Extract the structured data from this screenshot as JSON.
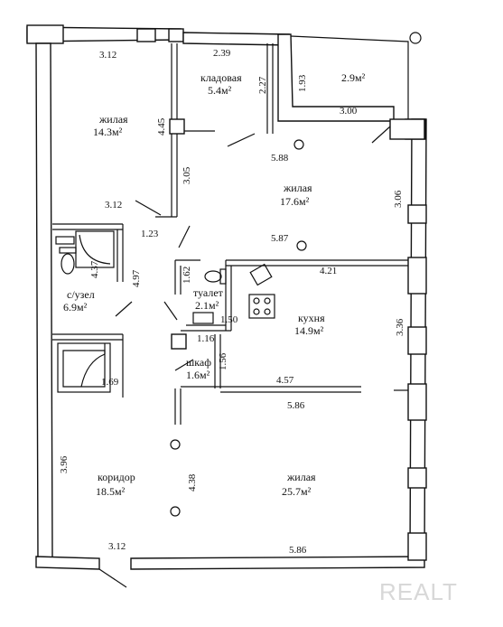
{
  "rooms": {
    "storage": {
      "name": "кладовая",
      "area": "5.4м²"
    },
    "balcony": {
      "area": "2.9м²"
    },
    "living1": {
      "name": "жилая",
      "area": "14.3м²"
    },
    "living2": {
      "name": "жилая",
      "area": "17.6м²"
    },
    "bathroom": {
      "name": "с/узел",
      "area": "6.9м²"
    },
    "toilet": {
      "name": "туалет",
      "area": "2.1м²"
    },
    "kitchen": {
      "name": "кухня",
      "area": "14.9м²"
    },
    "closet": {
      "name": "шкаф",
      "area": "1.6м²"
    },
    "corridor": {
      "name": "коридор",
      "area": "18.5м²"
    },
    "living3": {
      "name": "жилая",
      "area": "25.7м²"
    }
  },
  "dimensions": {
    "d312_top": "3.12",
    "d239": "2.39",
    "d227": "2.27",
    "d193": "1.93",
    "d300": "3.00",
    "d445": "4.45",
    "d588": "5.88",
    "d305": "3.05",
    "d306": "3.06",
    "d312_mid": "3.12",
    "d123": "1.23",
    "d587": "5.87",
    "d421": "4.21",
    "d437": "4.37",
    "d497": "4.97",
    "d162": "1.62",
    "d150": "1.50",
    "d336": "3.36",
    "d116": "1.16",
    "d156": "1.56",
    "d169": "1.69",
    "d457": "4.57",
    "d586_mid": "5.86",
    "d396": "3.96",
    "d438": "4.38",
    "d312_bottom": "3.12",
    "d586_bottom": "5.86"
  },
  "watermark": "REALT"
}
